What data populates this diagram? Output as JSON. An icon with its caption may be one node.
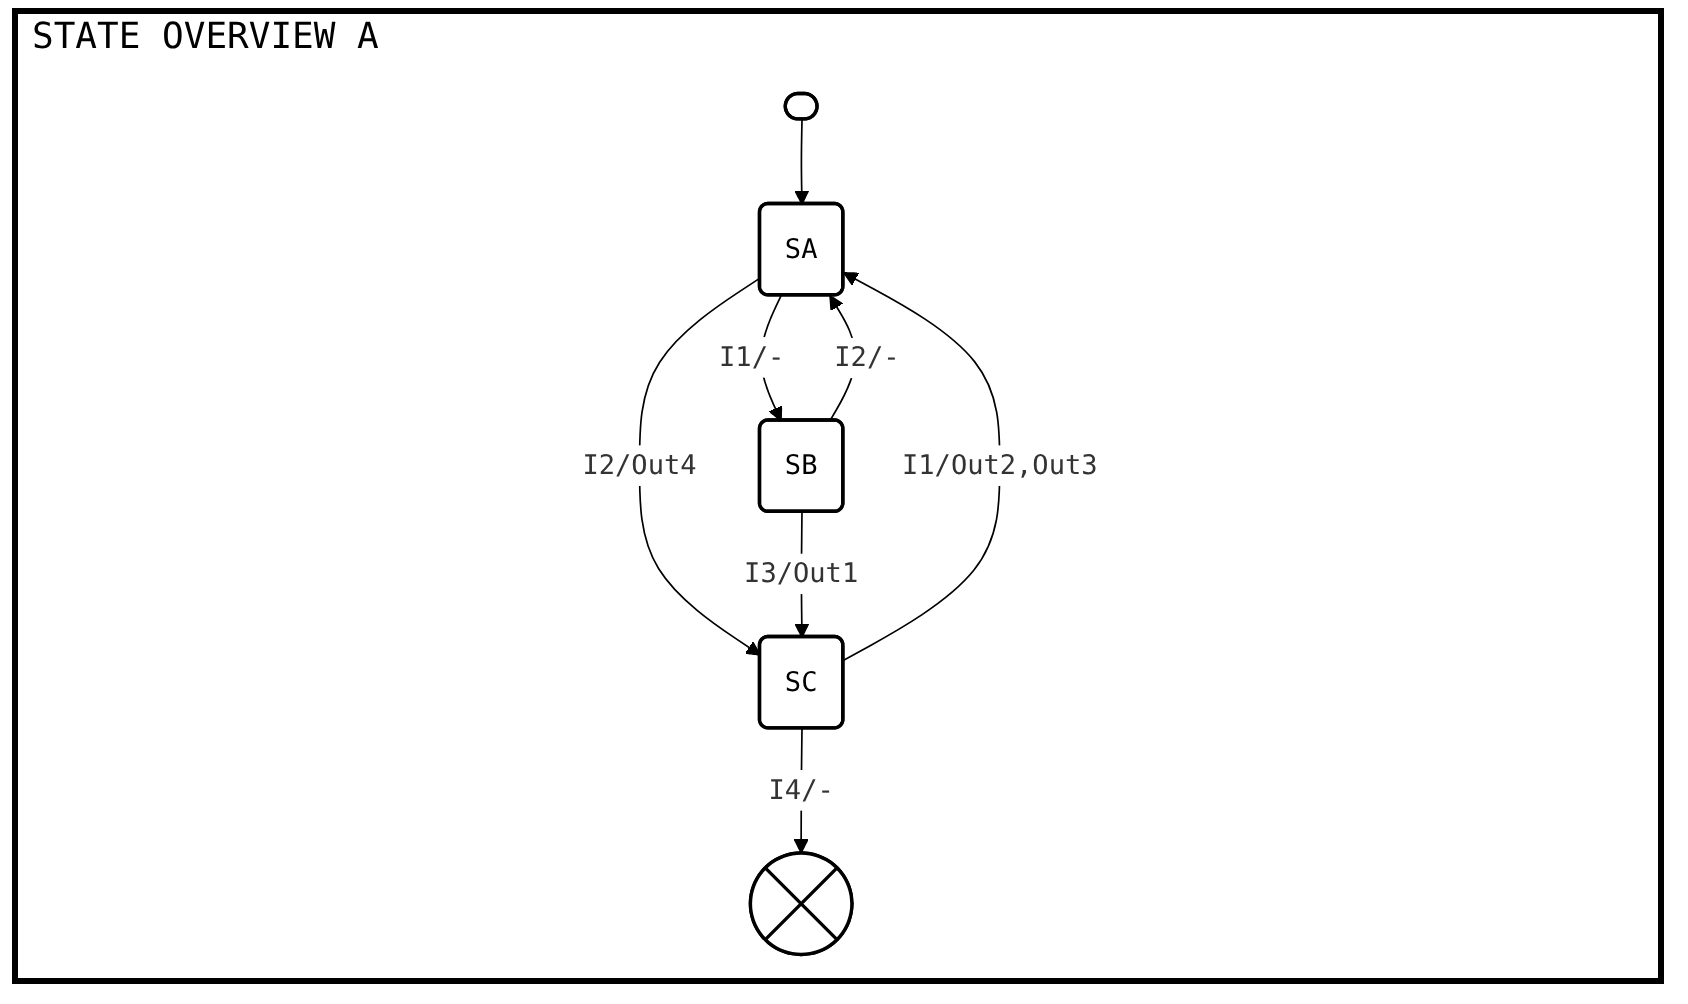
{
  "diagram": {
    "title": "STATE OVERVIEW A",
    "nodes": [
      {
        "text": [],
        "shape": "box"
      },
      {
        "text": [
          "SA"
        ]
      },
      {
        "text": [
          "SB"
        ]
      },
      {
        "text": [
          "SC"
        ]
      },
      {
        "text": [],
        "shape": "cross"
      }
    ],
    "edges": [
      {
        "from": 0,
        "to": 1,
        "arrow": "to"
      },
      {
        "from": 2,
        "to": 1,
        "arrow": "to",
        "label": "I2/-"
      },
      {
        "from": 1,
        "to": 2,
        "arrow": "to",
        "label": "I1/-"
      },
      {
        "from": 1,
        "to": 3,
        "arrow": "to",
        "label": "I2/Out4"
      },
      {
        "from": 3,
        "to": 1,
        "arrow": "to",
        "label": "I1/Out2,Out3"
      },
      {
        "from": 2,
        "to": 3,
        "arrow": "to",
        "label": "I3/Out1"
      },
      {
        "from": 3,
        "to": 4,
        "arrow": "to",
        "label": "I4/-"
      }
    ]
  }
}
